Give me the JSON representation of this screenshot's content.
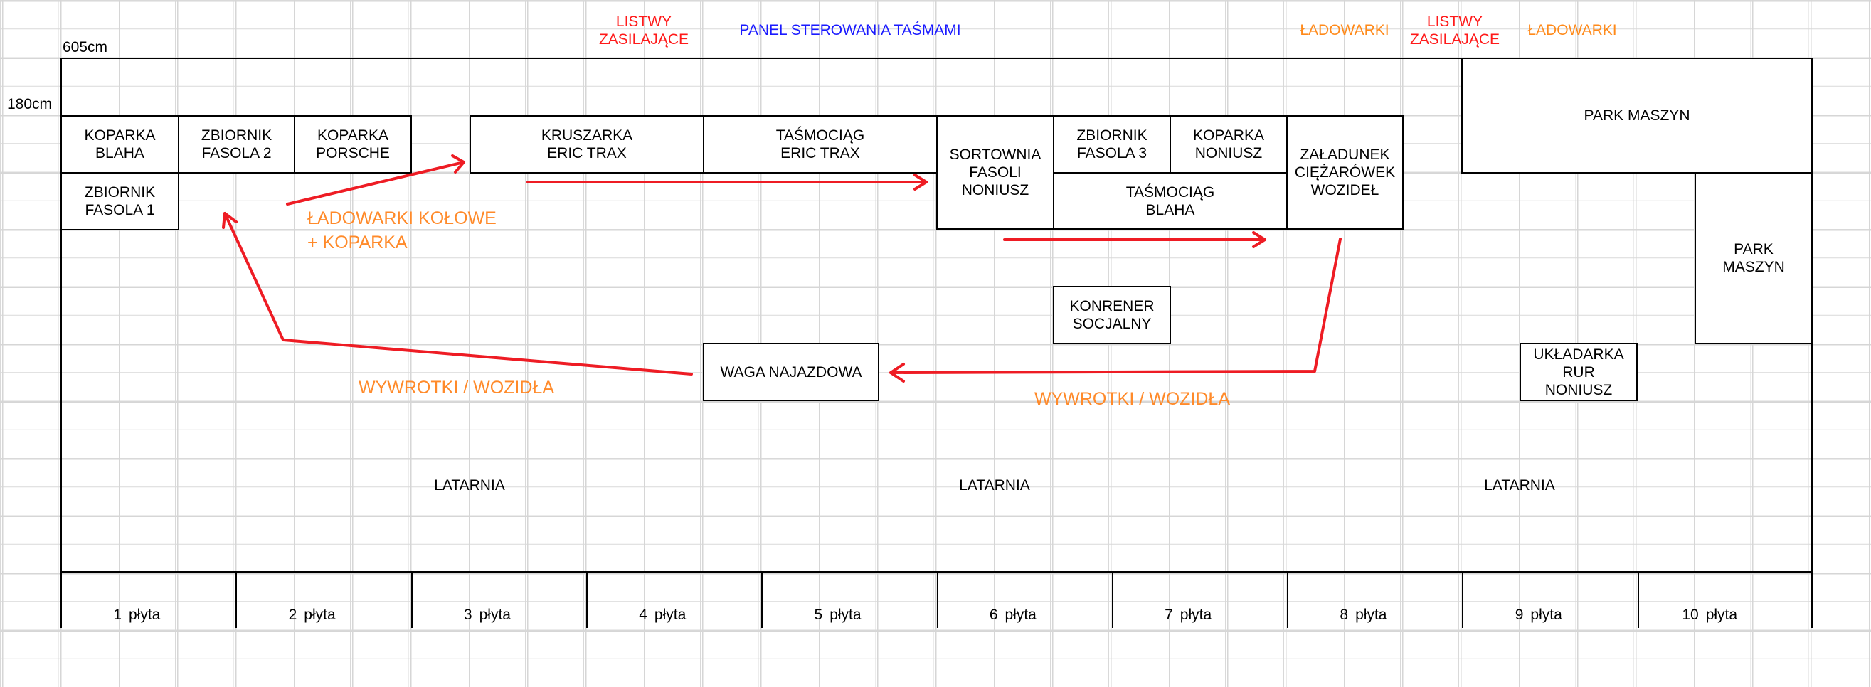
{
  "dimensions": {
    "width_label": "605cm",
    "height_label": "180cm"
  },
  "header": {
    "listwy_left": "LISTWY\nZASILAJĄCE",
    "panel": "PANEL STEROWANIA TAŚMAMI",
    "ladowarki_left": "ŁADOWARKI",
    "listwy_right": "LISTWY\nZASILAJĄCE",
    "ladowarki_right": "ŁADOWARKI"
  },
  "boxes": {
    "koparka_blaha": "KOPARKA\nBLAHA",
    "zbiornik_fasola_2": "ZBIORNIK\nFASOLA 2",
    "koparka_porsche": "KOPARKA\nPORSCHE",
    "zbiornik_fasola_1": "ZBIORNIK\nFASOLA 1",
    "kruszarka": "KRUSZARKA\nERIC TRAX",
    "tasmociag_eric": "TAŚMOCIĄG\nERIC TRAX",
    "sortownia": "SORTOWNIA\nFASOLI\nNONIUSZ",
    "zbiornik_fasola_3": "ZBIORNIK\nFASOLA 3",
    "koparka_noniusz": "KOPARKA\nNONIUSZ",
    "tasmociag_blaha": "TAŚMOCIĄG\nBLAHA",
    "zaladunek": "ZAŁADUNEK\nCIĘŻARÓWEK\nWOZIDEŁ",
    "park_maszyn_top": "PARK MASZYN",
    "park_maszyn_side": "PARK\nMASZYN",
    "konrener": "KONRENER\nSOCJALNY",
    "waga": "WAGA NAJAZDOWA",
    "ukladarka": "UKŁADARKA\nRUR\nNONIUSZ"
  },
  "flow_labels": {
    "ladowarki_kolowe": "ŁADOWARKI KOŁOWE\n+ KOPARKA",
    "wywrotki_left": "WYWROTKI / WOZIDŁA",
    "wywrotki_right": "WYWROTKI / WOZIDŁA"
  },
  "lamps": [
    "LATARNIA",
    "LATARNIA",
    "LATARNIA"
  ],
  "plates": [
    {
      "num": "1",
      "label": "płyta"
    },
    {
      "num": "2",
      "label": "płyta"
    },
    {
      "num": "3",
      "label": "płyta"
    },
    {
      "num": "4",
      "label": "płyta"
    },
    {
      "num": "5",
      "label": "płyta"
    },
    {
      "num": "6",
      "label": "płyta"
    },
    {
      "num": "7",
      "label": "płyta"
    },
    {
      "num": "8",
      "label": "płyta"
    },
    {
      "num": "9",
      "label": "płyta"
    },
    {
      "num": "10",
      "label": "płyta"
    }
  ],
  "colors": {
    "arrow": "#ee1c24",
    "orange_label": "#ff8a2a",
    "red_label": "#ff1a1a",
    "blue_label": "#1a1aff"
  }
}
